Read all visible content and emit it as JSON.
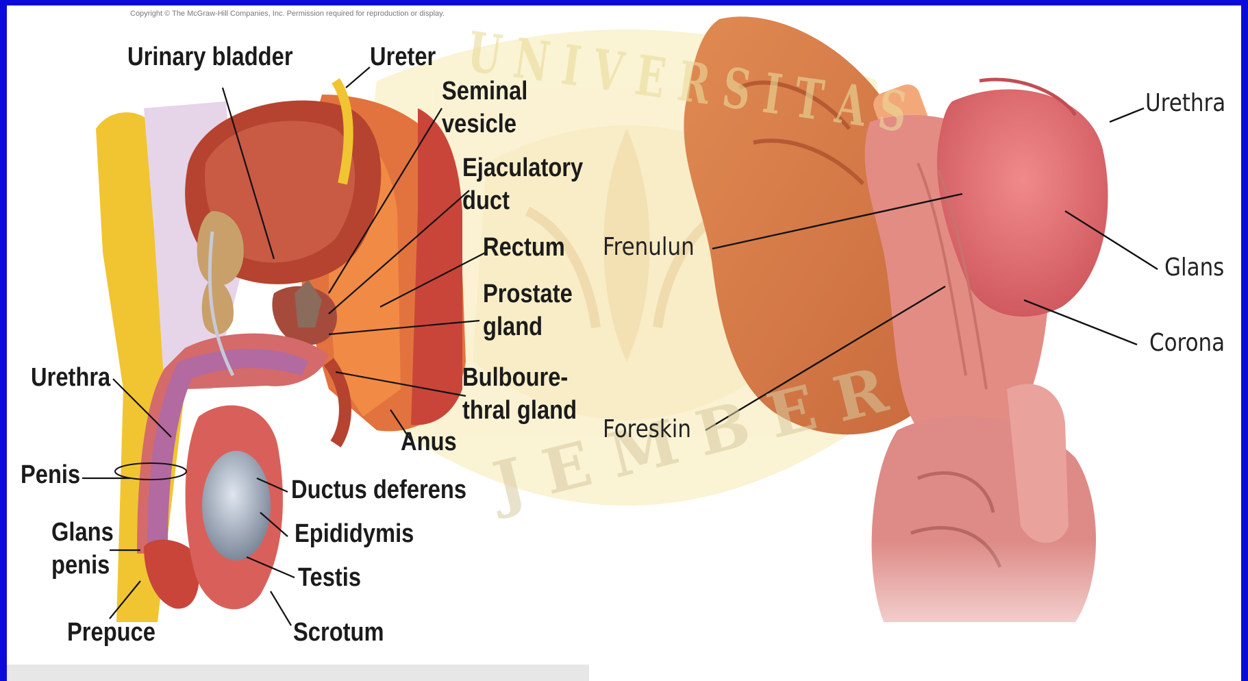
{
  "copyright": "Copyright © The McGraw-Hill Companies, Inc. Permission required for reproduction or display.",
  "watermark": {
    "top_text": "U N I V E R S I T A S",
    "bottom_text": "J E M B E R"
  },
  "left_labels": {
    "urinary_bladder": "Urinary bladder",
    "ureter": "Ureter",
    "seminal_vesicle_1": "Seminal",
    "seminal_vesicle_2": "vesicle",
    "ejaculatory_duct_1": "Ejaculatory",
    "ejaculatory_duct_2": "duct",
    "rectum": "Rectum",
    "prostate_1": "Prostate",
    "prostate_2": "gland",
    "bulbourethral_1": "Bulboure-",
    "bulbourethral_2": "thral gland",
    "anus": "Anus",
    "urethra": "Urethra",
    "penis": "Penis",
    "glans_penis_1": "Glans",
    "glans_penis_2": "penis",
    "prepuce": "Prepuce",
    "ductus_deferens": "Ductus deferens",
    "epididymis": "Epididymis",
    "testis": "Testis",
    "scrotum": "Scrotum"
  },
  "right_labels": {
    "frenulun": "Frenulun",
    "foreskin": "Foreskin",
    "urethra": "Urethra",
    "glans": "Glans",
    "corona": "Corona"
  },
  "colors": {
    "frame": "#0b0bd9",
    "muscle": "#c9453a",
    "fat": "#f0c531",
    "skin": "#e8795a",
    "watermark": "#f3e3a0"
  }
}
